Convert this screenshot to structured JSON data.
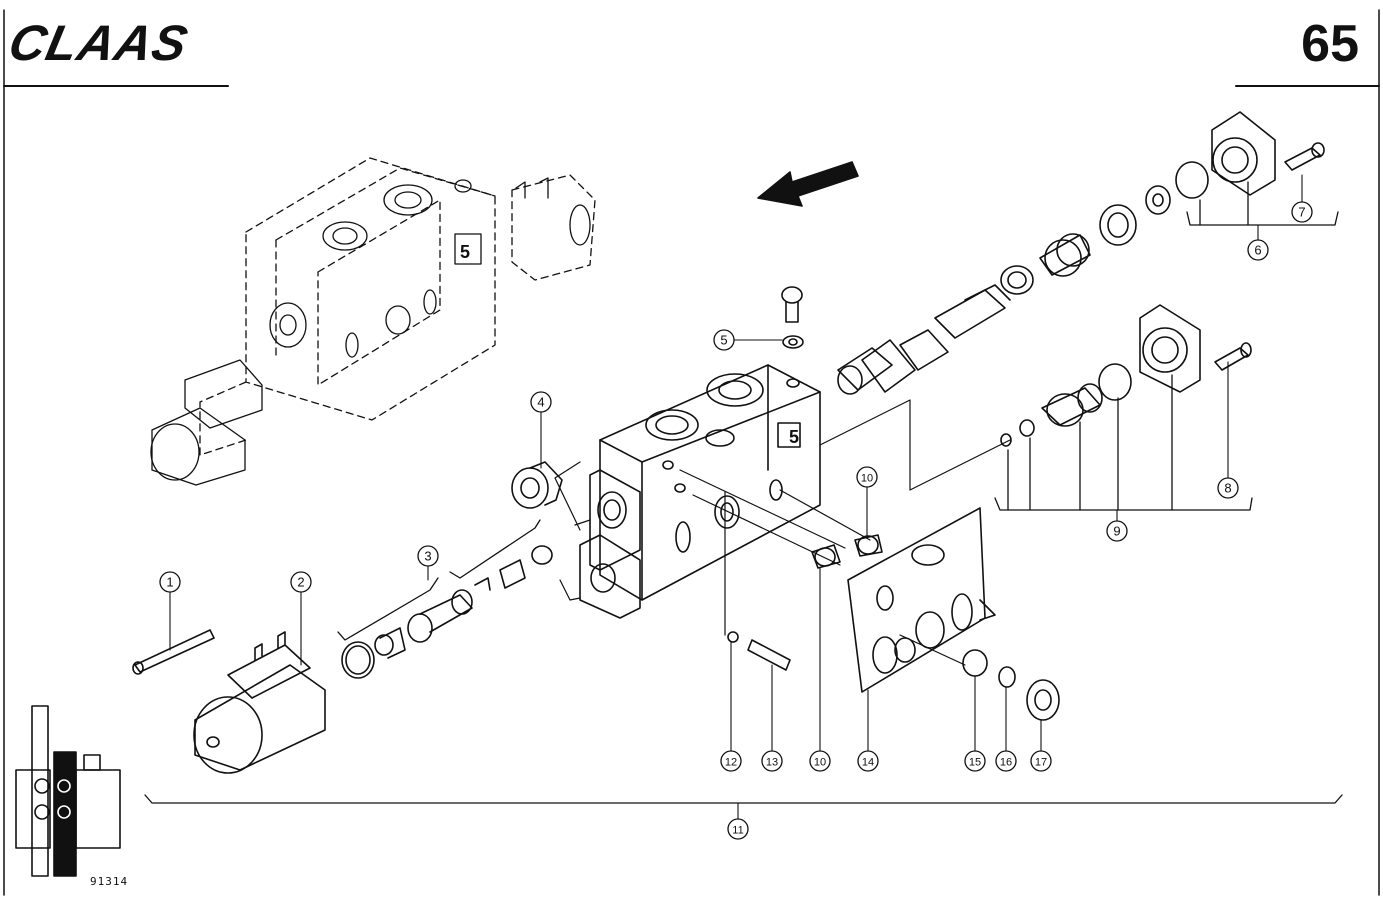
{
  "header": {
    "brand": "CLAAS",
    "page_number": "65"
  },
  "figure_code": "91314",
  "callouts": [
    {
      "id": "c1",
      "label": "1"
    },
    {
      "id": "c2",
      "label": "2"
    },
    {
      "id": "c3",
      "label": "3"
    },
    {
      "id": "c4",
      "label": "4"
    },
    {
      "id": "c5",
      "label": "5"
    },
    {
      "id": "c6",
      "label": "6"
    },
    {
      "id": "c7",
      "label": "7"
    },
    {
      "id": "c8",
      "label": "8"
    },
    {
      "id": "c9",
      "label": "9"
    },
    {
      "id": "c10a",
      "label": "10"
    },
    {
      "id": "c10b",
      "label": "10"
    },
    {
      "id": "c11",
      "label": "11"
    },
    {
      "id": "c12",
      "label": "12"
    },
    {
      "id": "c13",
      "label": "13"
    },
    {
      "id": "c14",
      "label": "14"
    },
    {
      "id": "c15",
      "label": "15"
    },
    {
      "id": "c16",
      "label": "16"
    },
    {
      "id": "c17",
      "label": "17"
    }
  ],
  "valve_marking": "5"
}
